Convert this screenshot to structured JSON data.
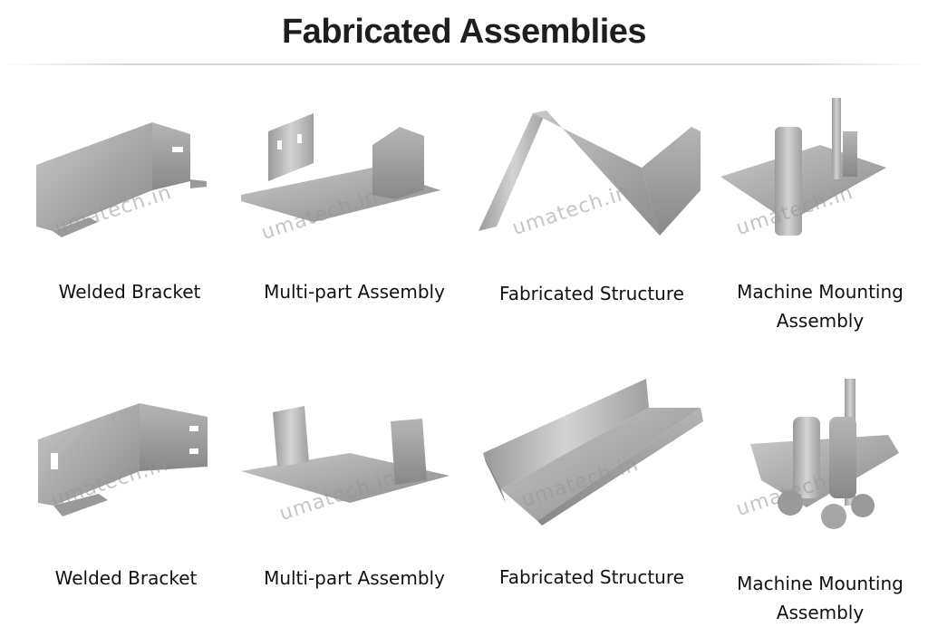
{
  "title": "Fabricated Assemblies",
  "watermark": "umatech.in",
  "rows": [
    {
      "items": [
        {
          "label": "Welded Bracket"
        },
        {
          "label": "Multi-part Assembly"
        },
        {
          "label": "Fabricated Structure"
        },
        {
          "label": "Machine Mounting Assembly"
        }
      ]
    },
    {
      "items": [
        {
          "label": "Welded Bracket"
        },
        {
          "label": "Multi-part Assembly"
        },
        {
          "label": "Fabricated Structure"
        },
        {
          "label": "Machine Mounting Assembly"
        }
      ]
    }
  ]
}
